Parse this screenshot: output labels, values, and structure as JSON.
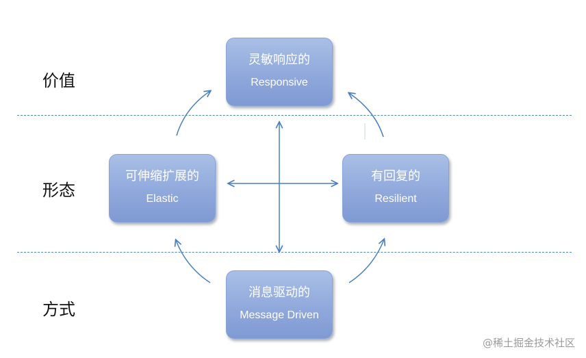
{
  "rows": {
    "value": "价值",
    "form": "形态",
    "means": "方式"
  },
  "nodes": {
    "responsive": {
      "cn": "灵敏响应的",
      "en": "Responsive"
    },
    "elastic": {
      "cn": "可伸缩扩展的",
      "en": "Elastic"
    },
    "resilient": {
      "cn": "有回复的",
      "en": "Resilient"
    },
    "message_driven": {
      "cn": "消息驱动的",
      "en": "Message Driven"
    }
  },
  "watermark": "@稀土掘金技术社区",
  "colors": {
    "node_fill": "#90a9dc",
    "arrow": "#4a7fbf",
    "divider": "#4f84b8"
  }
}
